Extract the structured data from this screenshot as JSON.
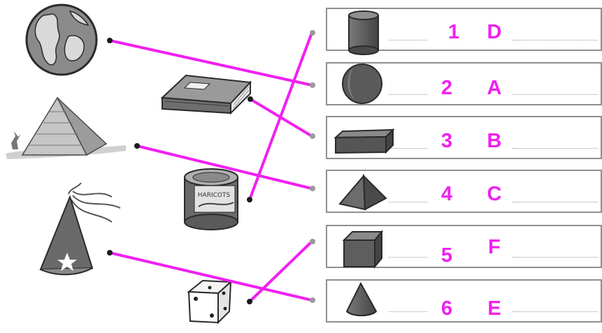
{
  "rows": [
    {
      "number": "1",
      "letter": "D",
      "shape_icon": "cylinder-icon"
    },
    {
      "number": "2",
      "letter": "A",
      "shape_icon": "sphere-icon"
    },
    {
      "number": "3",
      "letter": "B",
      "shape_icon": "rectangular-prism-icon"
    },
    {
      "number": "4",
      "letter": "C",
      "shape_icon": "pyramid-icon"
    },
    {
      "number": "5",
      "letter": "F",
      "shape_icon": "cube-icon"
    },
    {
      "number": "6",
      "letter": "E",
      "shape_icon": "cone-icon"
    }
  ],
  "objects": [
    {
      "id": "globe",
      "icon": "globe-icon"
    },
    {
      "id": "book",
      "icon": "book-icon"
    },
    {
      "id": "pyramid",
      "icon": "egypt-pyramid-icon"
    },
    {
      "id": "can",
      "icon": "tin-can-icon",
      "label": "HARICOTS"
    },
    {
      "id": "party-hat",
      "icon": "party-hat-icon"
    },
    {
      "id": "die",
      "icon": "die-icon"
    }
  ],
  "connections": [
    {
      "from": "globe",
      "to_row": 2
    },
    {
      "from": "book",
      "to_row": 3
    },
    {
      "from": "pyramid",
      "to_row": 4
    },
    {
      "from": "can",
      "to_row": 1
    },
    {
      "from": "party-hat",
      "to_row": 6
    },
    {
      "from": "die",
      "to_row": 5
    }
  ],
  "colors": {
    "line": "#f020f0",
    "label": "#f020f0",
    "box_border": "#8f8f8f",
    "shape_fill": "#5a5a5a"
  }
}
